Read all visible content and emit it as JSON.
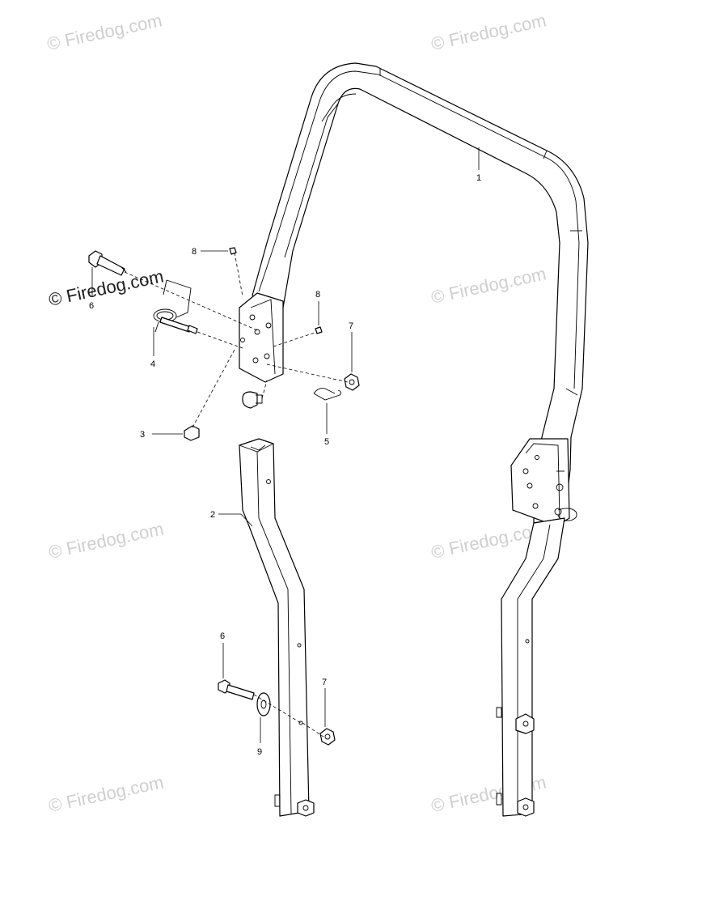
{
  "diagram": {
    "watermark_text": "© Firedog.com",
    "watermark_color": "#cfcfcf",
    "watermark_dark_color": "#202020",
    "line_color": "#000000",
    "callouts": {
      "c1": "1",
      "c2": "2",
      "c3": "3",
      "c4": "4",
      "c5": "5",
      "c6a": "6",
      "c6b": "6",
      "c7a": "7",
      "c7b": "7",
      "c8a": "8",
      "c8b": "8",
      "c9": "9"
    }
  }
}
